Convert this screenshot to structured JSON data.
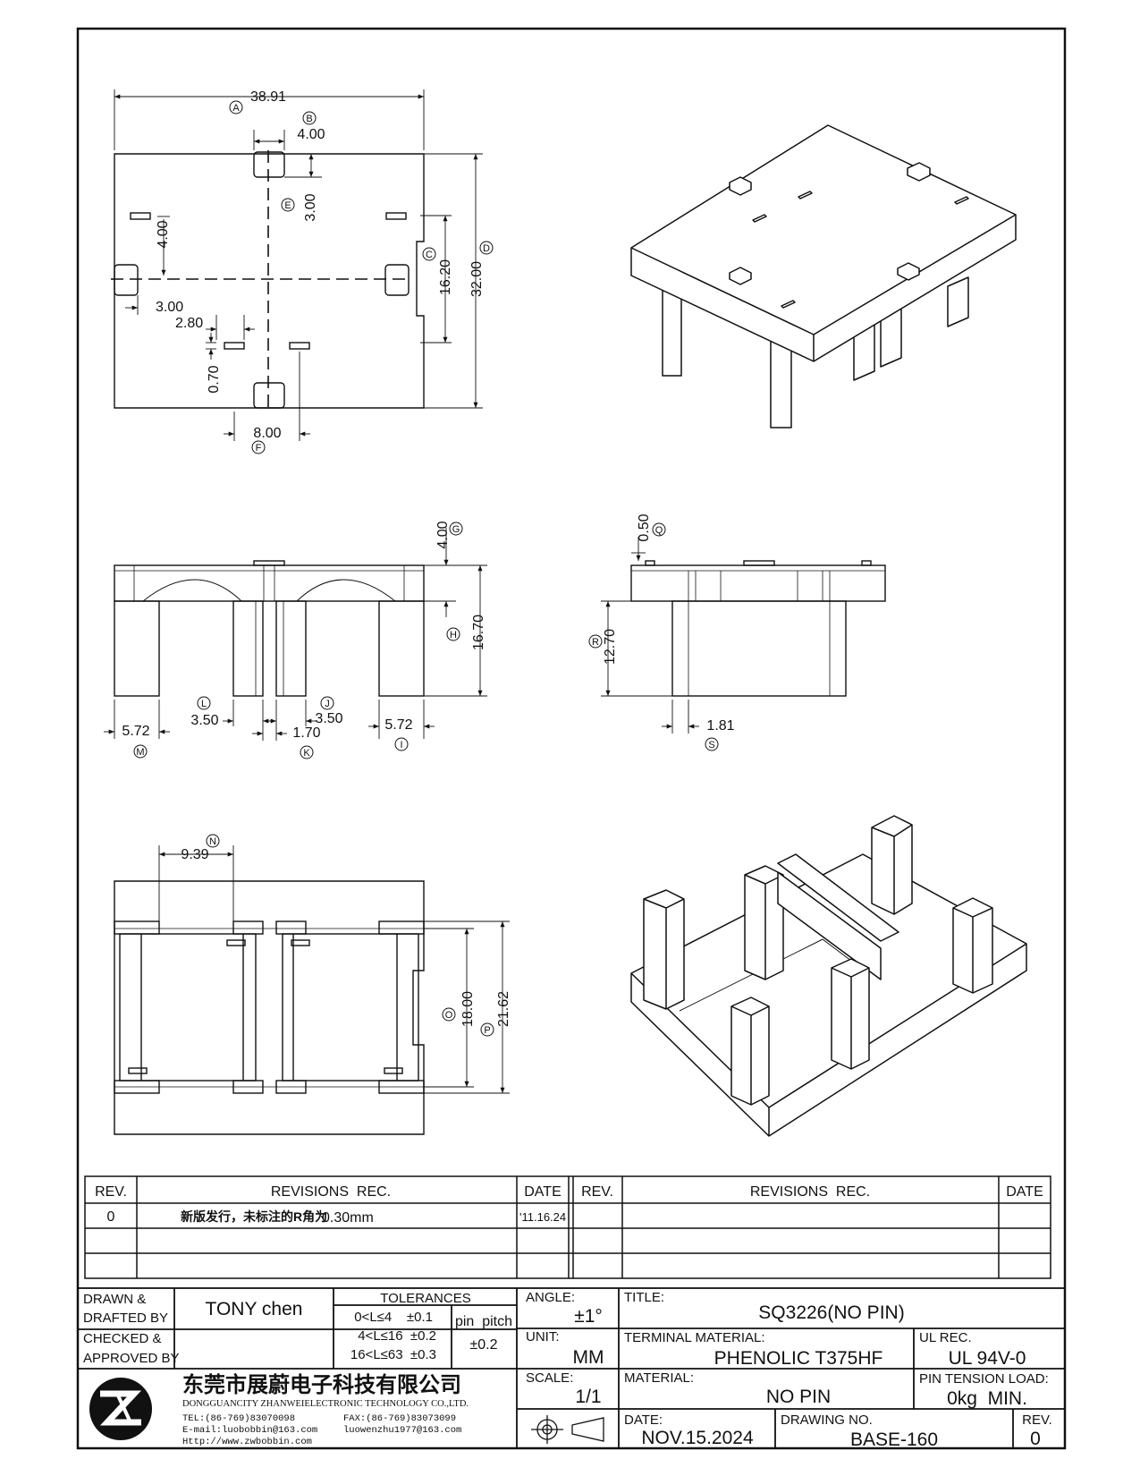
{
  "drawing": {
    "top_view": {
      "width": "38.91",
      "width_label": "A",
      "slot": "4.00",
      "slot_label": "B",
      "notch_depth": "3.00",
      "notch_label": "E",
      "notch_height": "16.20",
      "notch_height_label": "C",
      "height": "32.00",
      "height_label": "D",
      "tab_offset": "4.00",
      "tab_inset": "3.00",
      "slot_gap": "2.80",
      "slot_h": "0.70",
      "spacing": "8.00",
      "spacing_label": "F"
    },
    "front_view": {
      "top": "4.00",
      "top_label": "G",
      "total": "16.70",
      "total_label": "H",
      "leg_l": "5.72",
      "leg_l_label": "M",
      "leg_li": "3.50",
      "leg_li_label": "L",
      "gap": "1.70",
      "gap_label": "K",
      "leg_ri": "3.50",
      "leg_ri_label": "J",
      "leg_r": "5.72",
      "leg_r_label": "I"
    },
    "side_view": {
      "lip": "0.50",
      "lip_label": "Q",
      "leg": "12.70",
      "leg_label": "R",
      "thick": "1.81",
      "thick_label": "S"
    },
    "bottom_view": {
      "width": "9.39",
      "width_label": "N",
      "inner": "18.00",
      "inner_label": "O",
      "outer": "21.62",
      "outer_label": "P"
    }
  },
  "revisions": {
    "rev_header": "REV.",
    "rec_header": "REVISIONS  REC.",
    "date_header": "DATE",
    "rows": [
      {
        "rev": "0",
        "rec_cn": "新版发行，未标注的R角为",
        "rec_val": "0.30mm",
        "date": "'11.16.24"
      }
    ]
  },
  "title_block": {
    "drawn_label_1": "DRAWN &",
    "drawn_label_2": "DRAFTED BY",
    "drawn_value": "TONY chen",
    "checked_label_1": "CHECKED &",
    "checked_label_2": "APPROVED BY",
    "checked_value": "",
    "tolerances_label": "TOLERANCES",
    "tol_1": "0<L≤4    ±0.1",
    "tol_2": "4<L≤16  ±0.2",
    "tol_3": "16<L≤63  ±0.3",
    "pin_pitch_label": "pin  pitch",
    "pin_pitch_value": "±0.2",
    "angle_label": "ANGLE:",
    "angle_value": "±1°",
    "unit_label": "UNIT:",
    "unit_value": "MM",
    "scale_label": "SCALE:",
    "scale_value": "1/1",
    "title_label": "TITLE:",
    "title_value": "SQ3226(NO PIN)",
    "terminal_label": "TERMINAL MATERIAL:",
    "terminal_value": "PHENOLIC T375HF",
    "ul_label": "UL REC.",
    "ul_value": "UL 94V-0",
    "material_label": "MATERIAL:",
    "material_value": "NO PIN",
    "pin_tension_label": "PIN TENSION LOAD:",
    "pin_tension_value": "0kg  MIN.",
    "date_label": "DATE:",
    "date_value": "NOV.15.2024",
    "drawing_no_label": "DRAWING NO.",
    "drawing_no_value": "BASE-160",
    "rev_label": "REV.",
    "rev_value": "0",
    "company_cn": "东莞市展蔚电子科技有限公司",
    "company_en": "DONGGUANCITY ZHANWEIELECTRONIC TECHNOLOGY CO.,LTD.",
    "tel": "TEL:(86-769)83070098",
    "fax": "FAX:(86-769)83073099",
    "email": "E-mail:luobobbin@163.com",
    "email2": "luowenzhu1977@163.com",
    "web": "Http://www.zwbobbin.com"
  }
}
